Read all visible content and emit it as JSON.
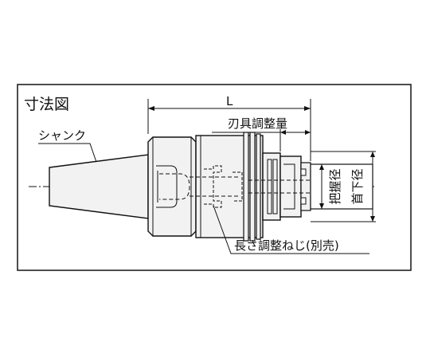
{
  "title": "寸法図",
  "labels": {
    "shank": "シャンク",
    "length": "L",
    "tool_adjust": "刃具調整量",
    "grip_diameter": "把握径",
    "neck_diameter": "首下径",
    "adjust_screw": "長さ調整ねじ(別売)"
  },
  "colors": {
    "frame": "#222222",
    "body_fill": "#f2f2f2",
    "line": "#1a1a1a",
    "hatch": "#9a9a9a"
  }
}
